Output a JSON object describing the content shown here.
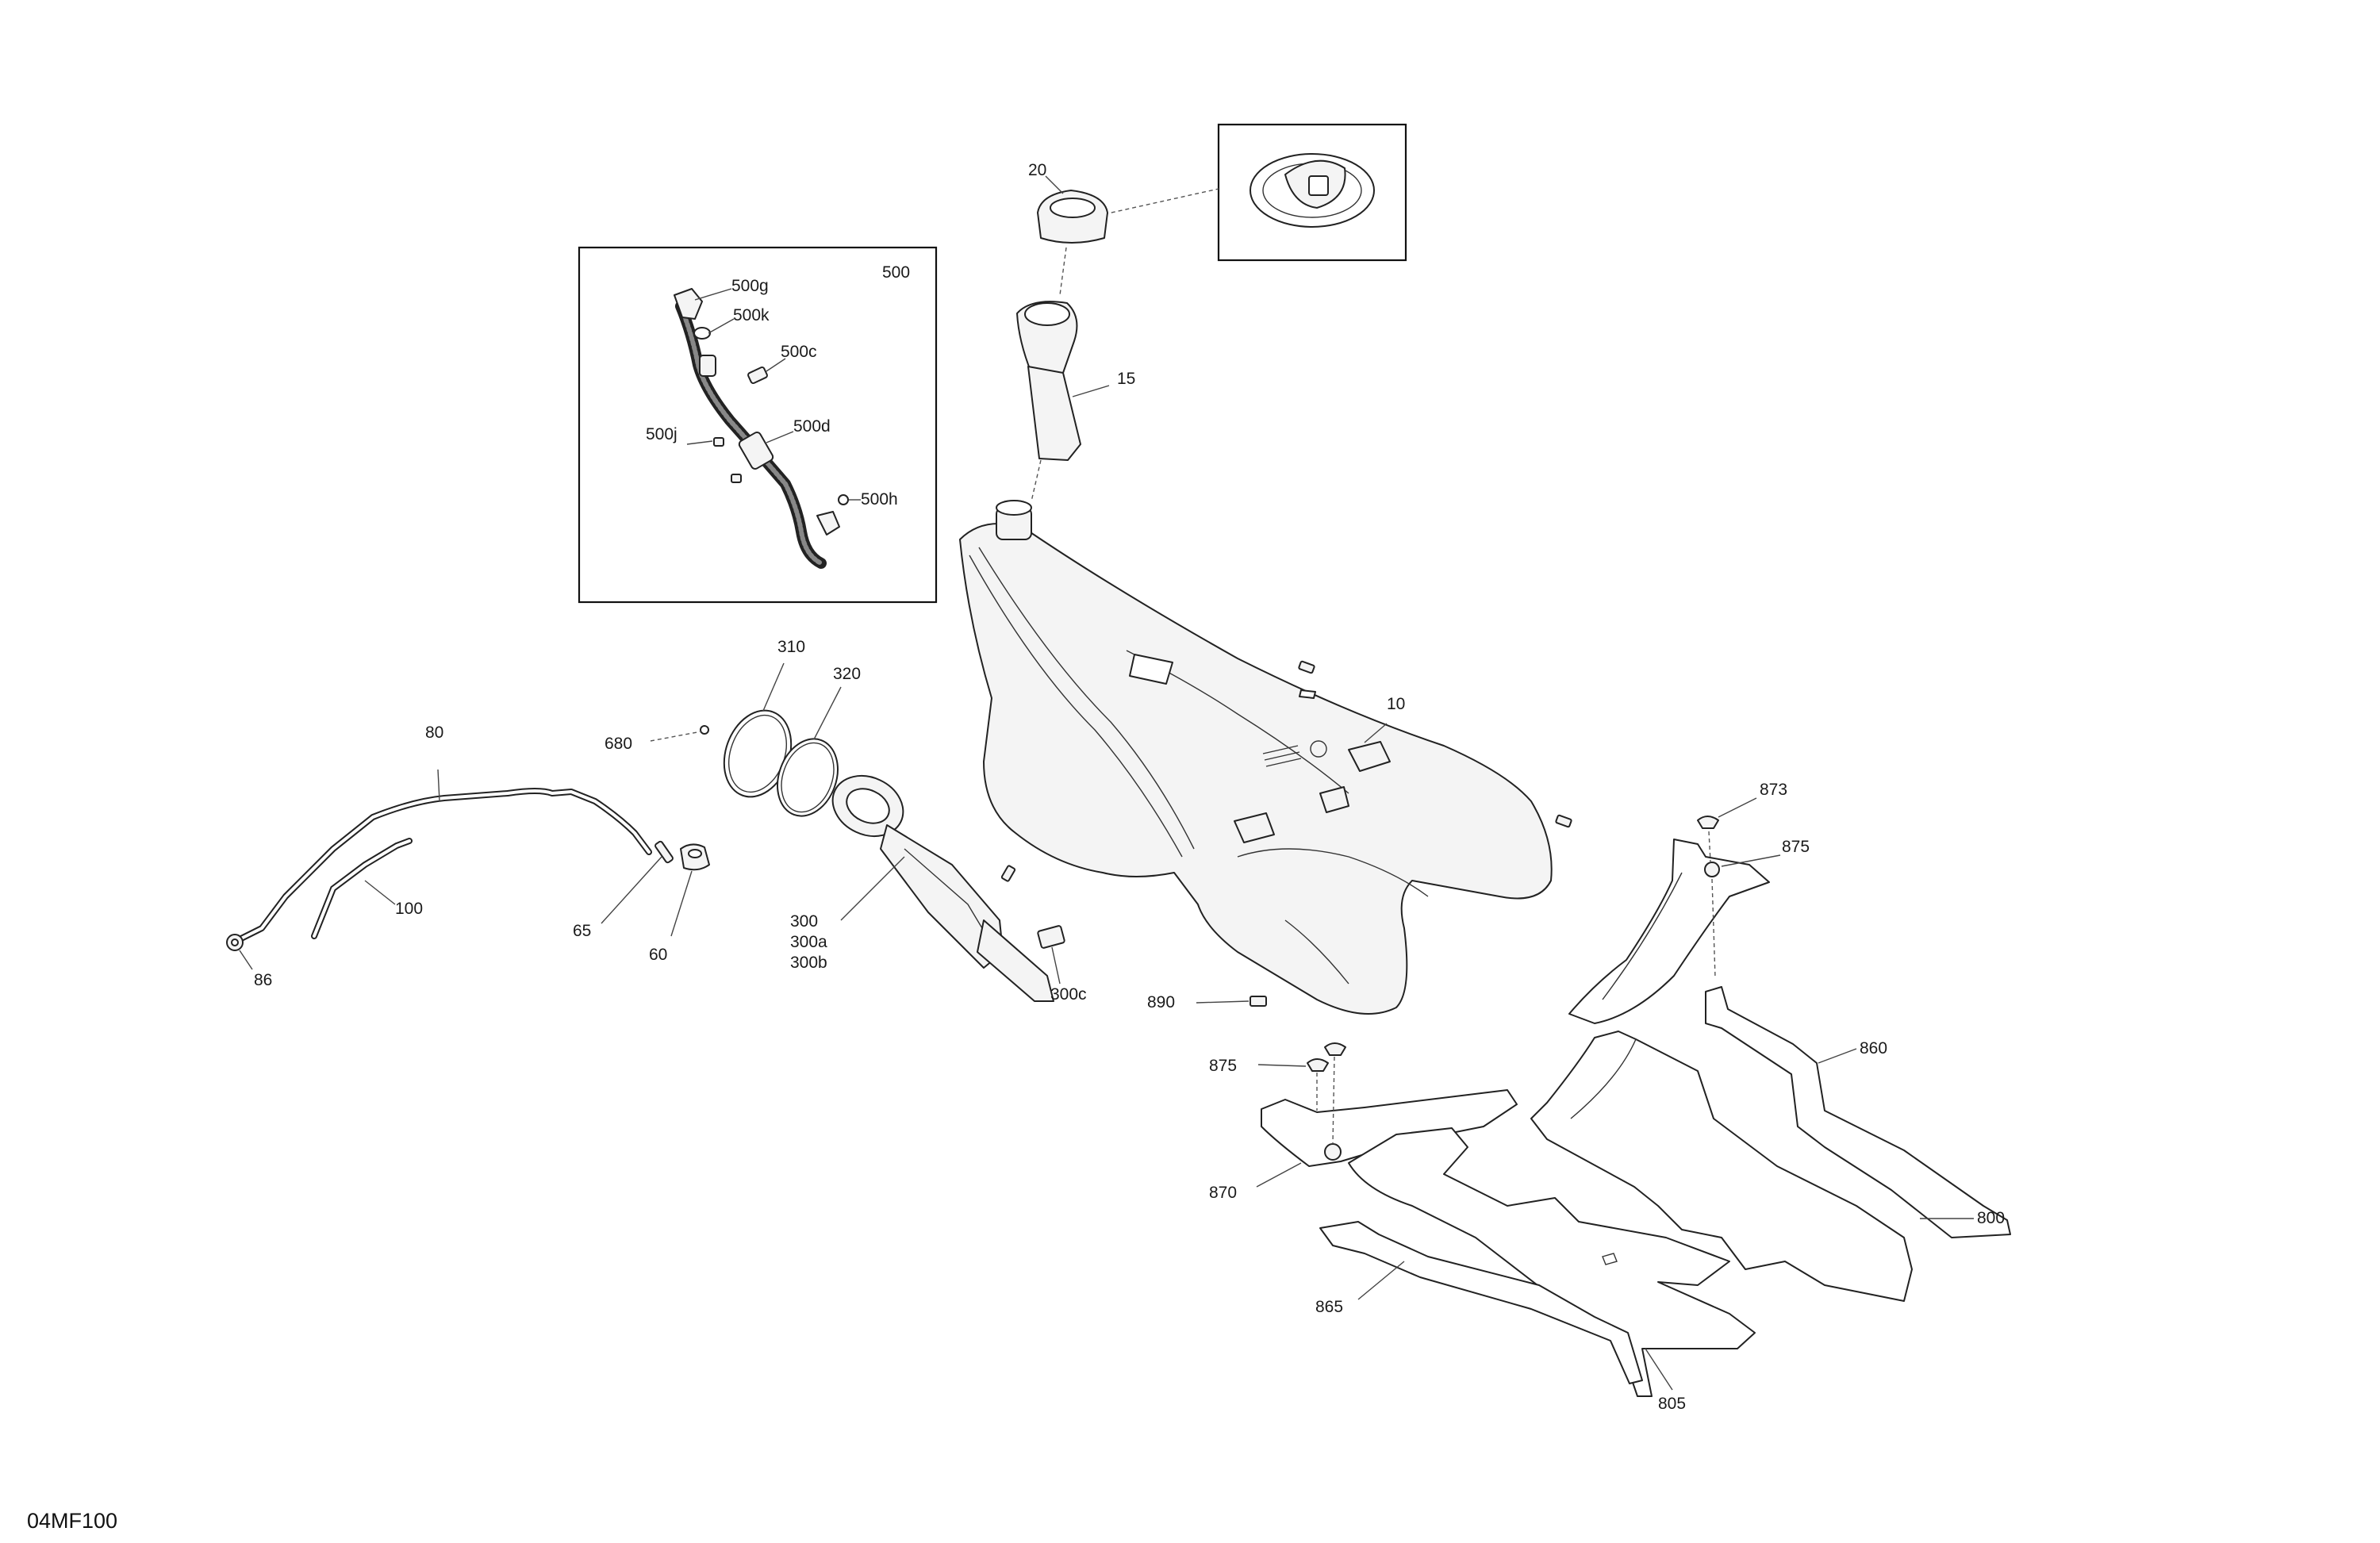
{
  "diagram_code": "04MF100",
  "callouts": {
    "c10": "10",
    "c15": "15",
    "c20": "20",
    "c60": "60",
    "c65": "65",
    "c80": "80",
    "c86": "86",
    "c100": "100",
    "c300": "300",
    "c300a": "300a",
    "c300b": "300b",
    "c300c": "300c",
    "c310": "310",
    "c320": "320",
    "c500": "500",
    "c500c": "500c",
    "c500d": "500d",
    "c500g": "500g",
    "c500h": "500h",
    "c500j": "500j",
    "c500k": "500k",
    "c680": "680",
    "c800": "800",
    "c805": "805",
    "c860": "860",
    "c865": "865",
    "c870": "870",
    "c873": "873",
    "c875_right": "875",
    "c875_left": "875",
    "c890": "890"
  }
}
